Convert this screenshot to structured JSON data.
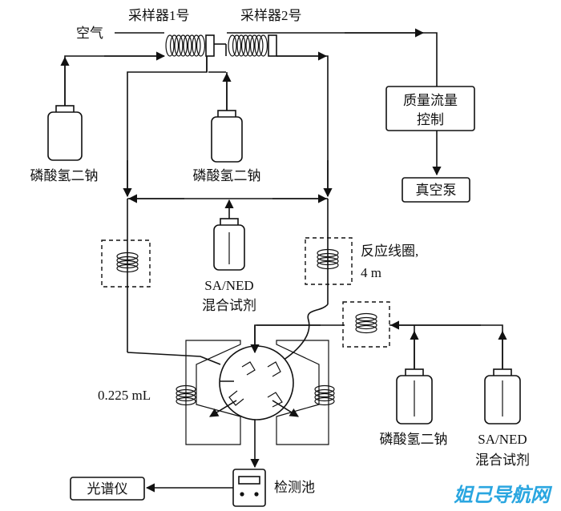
{
  "labels": {
    "sampler1": "采样器1号",
    "sampler2": "采样器2号",
    "air": "空气",
    "mass_flow": [
      "质量流量",
      "控制"
    ],
    "vacuum_pump": "真空泵",
    "reagent_left": "磷酸氢二钠",
    "reagent_center": "磷酸氢二钠",
    "reaction_coil": [
      "反应线圈,",
      "4 m"
    ],
    "sa_ned_center": [
      "SA/NED",
      "混合试剂"
    ],
    "loop_volume": "0.225 mL",
    "reagent_right1": "磷酸氢二钠",
    "reagent_right2": [
      "SA/NED",
      "混合试剂"
    ],
    "detector": "检测池",
    "spectrometer": "光谱仪"
  },
  "watermark": "姐己导航网",
  "colors": {
    "line": "#111111",
    "background": "#ffffff",
    "watermark": "#2aa6e0"
  }
}
